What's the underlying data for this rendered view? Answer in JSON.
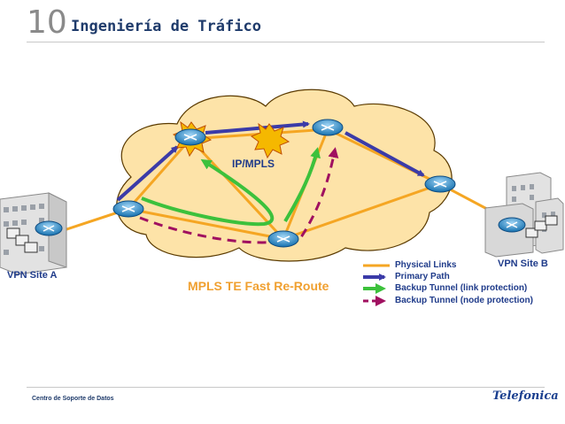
{
  "header": {
    "slide_number": "10",
    "title": "Ingeniería de Tráfico"
  },
  "diagram": {
    "cloud_label": "IP/MPLS",
    "site_a_label": "VPN Site A",
    "site_b_label": "VPN Site B",
    "caption": "MPLS TE Fast Re-Route"
  },
  "legend": [
    {
      "label": "Physical Links",
      "color": "#f5a623",
      "style": "solid-line"
    },
    {
      "label": "Primary Path",
      "color": "#3b3ba8",
      "style": "arrow"
    },
    {
      "label": "Backup Tunnel (link protection)",
      "color": "#3cc13c",
      "style": "arrow"
    },
    {
      "label": "Backup Tunnel (node protection)",
      "color": "#a01060",
      "style": "dashed-arrow"
    }
  ],
  "footer": {
    "text": "Centro de Soporte de Datos",
    "logo": "Telefonica"
  },
  "colors": {
    "cloud_fill": "#fde3a8",
    "cloud_stroke": "#5a3a00",
    "router": "#3a9ad9"
  }
}
